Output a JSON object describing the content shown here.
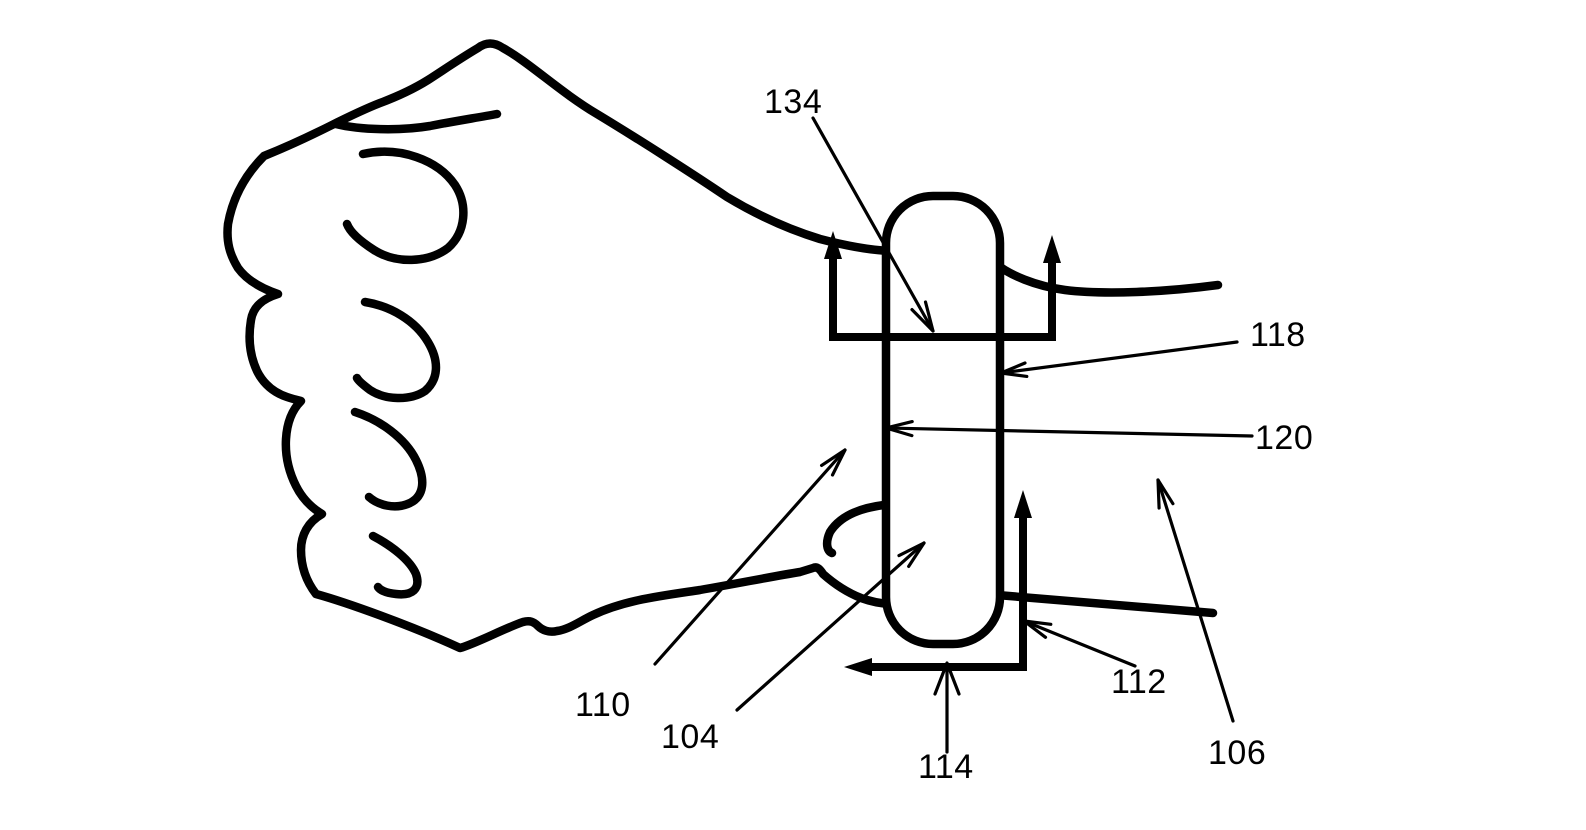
{
  "figure": {
    "description_name": "wrist-worn-band-patent-figure",
    "background_color": "#ffffff",
    "line_color": "#000000",
    "labels": [
      {
        "id": "134",
        "text": "134"
      },
      {
        "id": "118",
        "text": "118"
      },
      {
        "id": "120",
        "text": "120"
      },
      {
        "id": "110",
        "text": "110"
      },
      {
        "id": "104",
        "text": "104"
      },
      {
        "id": "114",
        "text": "114"
      },
      {
        "id": "112",
        "text": "112"
      },
      {
        "id": "106",
        "text": "106"
      }
    ]
  }
}
